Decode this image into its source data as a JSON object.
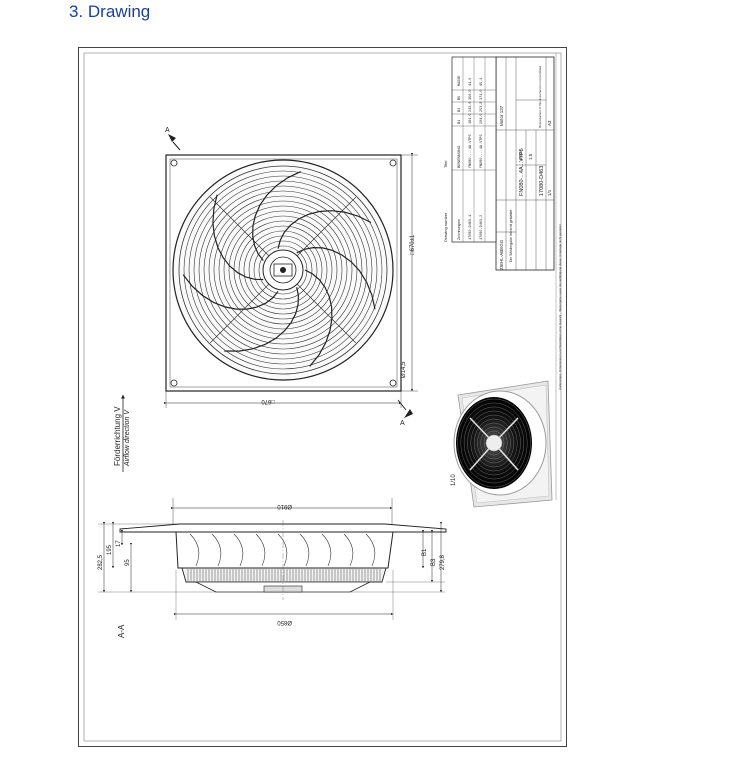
{
  "section": {
    "title": "3.  Drawing"
  },
  "top_view": {
    "dim_width": "□670",
    "dim_height": "□670±1",
    "hole": "Ø14,5",
    "section_mark": "A"
  },
  "side_view": {
    "airflow_de": "Förderrichtung V",
    "airflow_en": "Airflow direction V",
    "dim_guard": "Ø910",
    "dim_outer": "Ø850",
    "section_label": "A-A",
    "heights": [
      "282,5",
      "195",
      "17",
      "95"
    ],
    "heights_right": [
      "B1",
      "B3",
      "279,8"
    ]
  },
  "title_block": {
    "drawing_number_de": "Zeichnungsnr",
    "drawing_number_en": "Drawing number",
    "title_de": "Titel",
    "designation": "BENENNUNG",
    "row1_no": "17080-D463.1",
    "row1_name": "FN080-...4A.V7P5",
    "row2_no": "17080-D463.2",
    "row2_name": "FN080-...4A.V7P5",
    "cols": [
      "B1",
      "B3",
      "B5",
      "MASSE"
    ],
    "vals1": [
      "181,5",
      "243,8",
      "156,0",
      "41,0"
    ],
    "vals2": [
      "204,5",
      "253,8",
      "171,0",
      "45,1"
    ],
    "company": "ZIEHL-ABEGG",
    "product": "FN080-...4A...V7P5",
    "number": "17080-D463",
    "scale_label": "Maßst.",
    "scale": "1:5",
    "sheet_label": "Blatt",
    "sheet": "1/1",
    "format": "A3",
    "motor": "Motor 137",
    "note1": "Die Wiedergabe ist nicht gestattet",
    "note2": "Reproduction of this document is not permitted",
    "side_note": "Änderungen, Dimensionen und Stücklisten ohne Gewähr · Weitergabe sowie Vervielfältigung dieser Unterlage nicht gestattet"
  },
  "photo": {
    "scale": "1/10"
  }
}
